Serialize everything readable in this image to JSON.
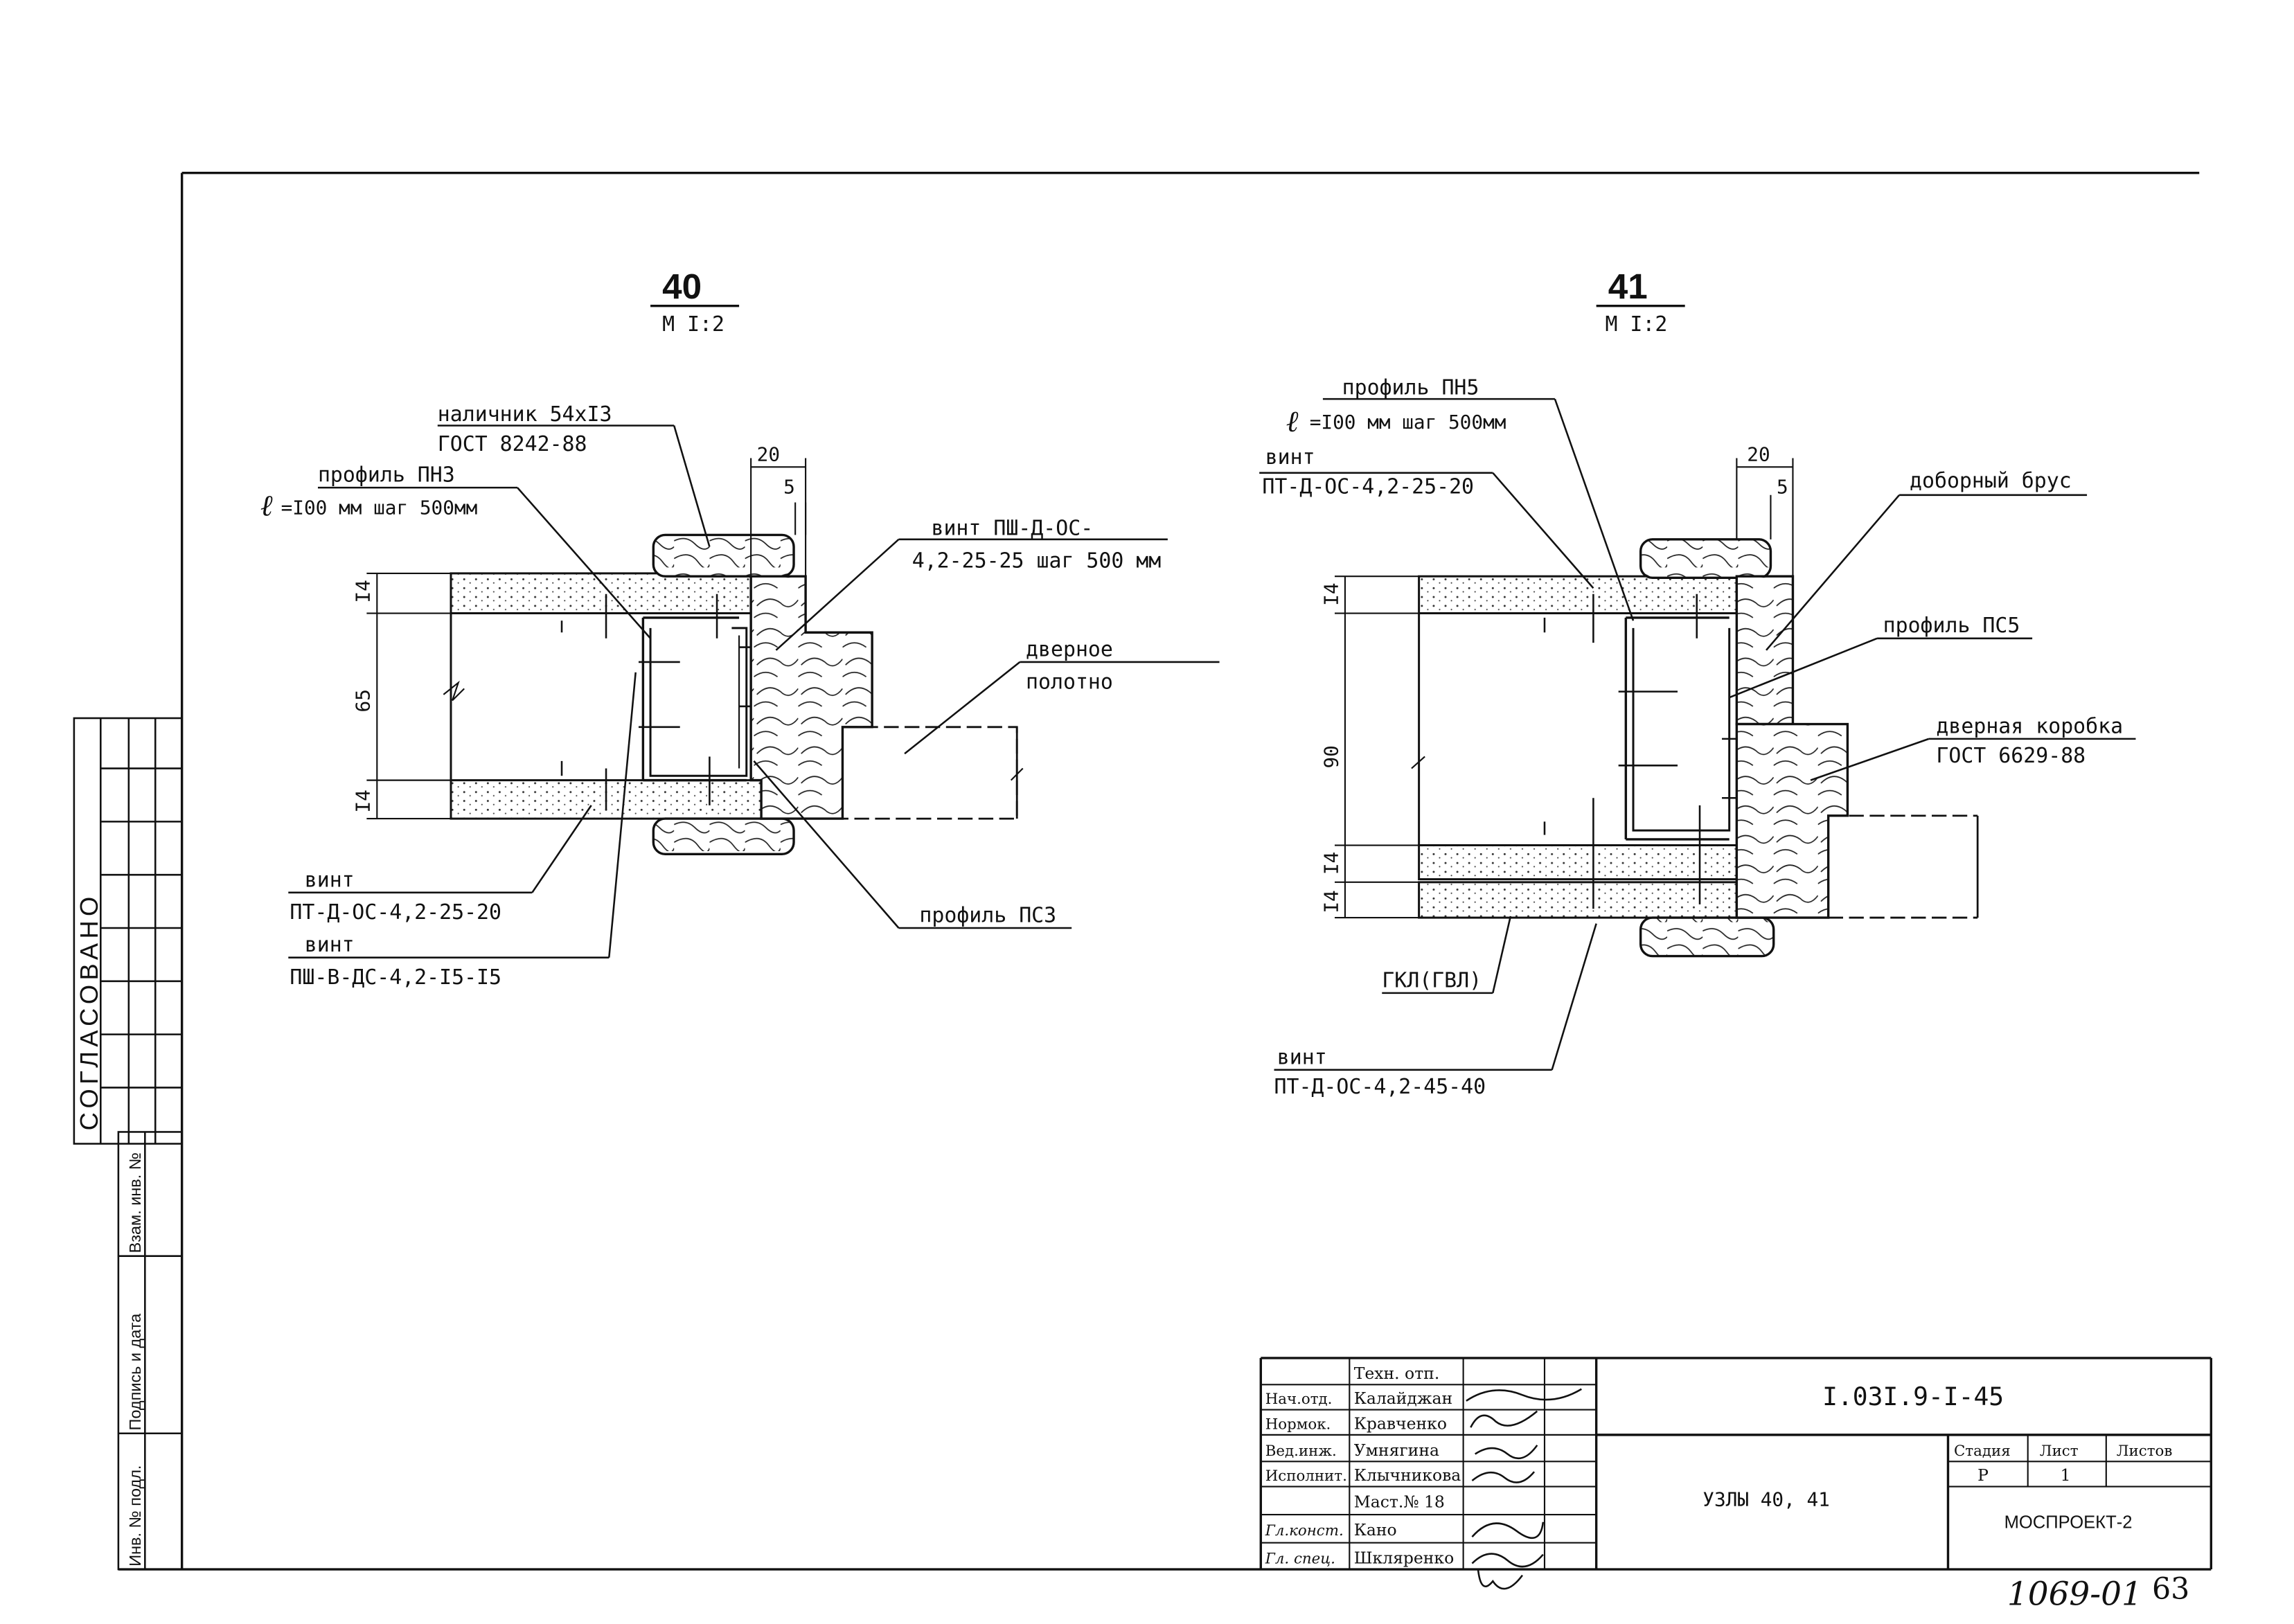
{
  "node40": {
    "number": "40",
    "scale": "М I:2",
    "nalichnik_1": "наличник 54хI3",
    "nalichnik_2": "ГОСТ 8242-88",
    "profil_pn3": "профиль ПН3",
    "l_sym": "ℓ",
    "pn3_step": "=I00 мм шаг 500мм",
    "dim_20": "20",
    "dim_5": "5",
    "dim_14a": "I4",
    "dim_65": "65",
    "dim_14b": "I4",
    "vint_psh_1": "винт ПШ-Д-ОС-",
    "vint_psh_2": "4,2-25-25 шаг 500 мм",
    "polotno_1": "дверное",
    "polotno_2": "полотно",
    "vint_a": "винт",
    "vint_a_spec": "ПТ-Д-ОС-4,2-25-20",
    "vint_b": "винт",
    "vint_b_spec": "ПШ-В-ДС-4,2-I5-I5",
    "profil_ps3": "профиль ПС3"
  },
  "node41": {
    "number": "41",
    "scale": "М I:2",
    "profil_pn5": "профиль ПН5",
    "l_sym": "ℓ",
    "pn5_step": "=I00 мм шаг 500мм",
    "vint_a": "винт",
    "vint_a_spec": "ПТ-Д-ОС-4,2-25-20",
    "dim_20": "20",
    "dim_5": "5",
    "dobor": "доборный брус",
    "profil_ps5": "профиль ПС5",
    "korobka_1": "дверная коробка",
    "korobka_2": "ГОСТ 6629-88",
    "dim_14a": "I4",
    "dim_90": "90",
    "dim_14b": "I4",
    "dim_14c": "I4",
    "gkl": "ГКЛ(ГВЛ)",
    "vint_b": "винт",
    "vint_b_spec": "ПТ-Д-ОС-4,2-45-40"
  },
  "side_stamp": {
    "soglasovano": "СОГЛАСОВАНО",
    "vzam": "Взам. инв. №",
    "podpis": "Подпись и дата",
    "inv": "Инв. № подл."
  },
  "title_block": {
    "roles": [
      "",
      "Нач.отд.",
      "Нормок.",
      "Вед.инж.",
      "Исполнит.",
      "",
      "Гл.конст.",
      "Гл. спец."
    ],
    "names": [
      "Техн. отп.",
      "Калайджан",
      "Кравченко",
      "Умнягина",
      "Клычникова",
      "Маст.№ 18",
      "Кано",
      "Шкляренко"
    ],
    "doc_code": "I.03I.9-I-45",
    "title": "УЗЛЫ 40, 41",
    "stage_hdr": "Стадия",
    "sheet_hdr": "Лист",
    "sheets_hdr": "Листов",
    "stage": "Р",
    "sheet": "1",
    "sheets": "",
    "org": "МОСПРОЕКТ-2"
  },
  "footer": {
    "handwritten": "1069-01",
    "page": "63"
  }
}
